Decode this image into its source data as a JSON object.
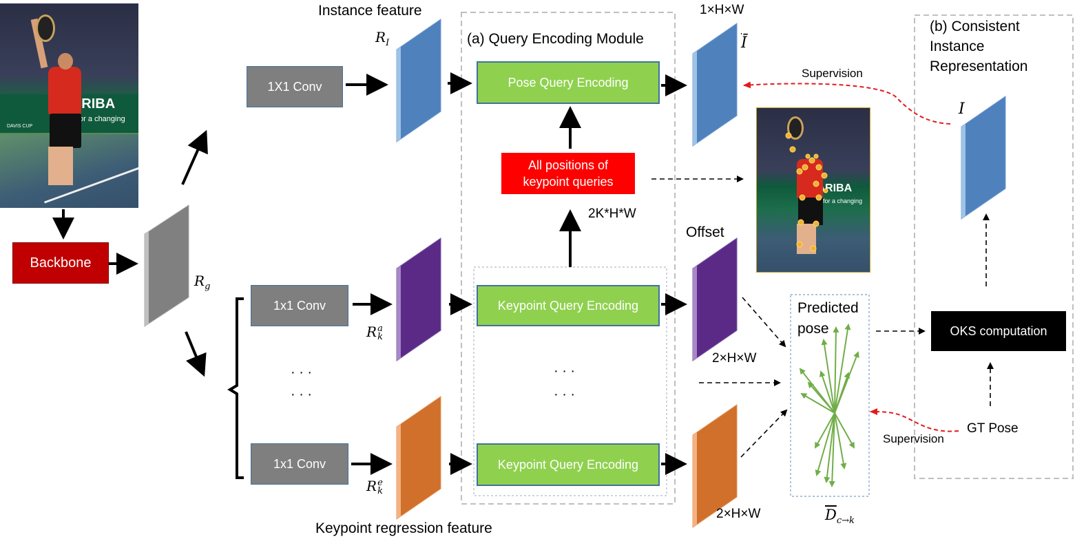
{
  "labels": {
    "instance_feature": "Instance feature",
    "r_i": "R",
    "r_i_sub": "I",
    "conv_top": "1X1 Conv",
    "module_a": "(a) Query Encoding Module",
    "pose_query": "Pose Query  Encoding",
    "shape_top": "1×H×W",
    "i_bar": "Ī",
    "supervision_top": "Supervision",
    "module_b_line1": "(b) Consistent",
    "module_b_line2": "Instance",
    "module_b_line3": "Representation",
    "i_script": "I",
    "all_positions": "All positions of keypoint queries",
    "shape_2k": "2K*H*W",
    "backbone": "Backbone",
    "r_g": "R",
    "r_g_sub": "g",
    "offset": "Offset",
    "conv_a": "1x1 Conv",
    "r_ka": "R",
    "r_ka_sup": "a",
    "r_ka_sub": "k",
    "kq_a": "Keypoint Query  Encoding",
    "shape_2hw_a": "2×H×W",
    "predicted_pose_1": "Predicted",
    "predicted_pose_2": "pose",
    "oks": "OKS computation",
    "dots_left": "· · ·",
    "dots_mid": "· · ·",
    "conv_e": "1x1 Conv",
    "r_ke": "R",
    "r_ke_sup": "e",
    "r_ke_sub": "k",
    "kq_e": "Keypoint Query  Encoding",
    "shape_2hw_e": "2×H×W",
    "gt_pose": "GT Pose",
    "supervision_bottom": "Supervision",
    "keypoint_regression": "Keypoint regression feature",
    "d_bar": "D",
    "d_sub": "c→k",
    "photo_text": "PARIBA",
    "photo_text2": "for a changing",
    "photo_text3": "DAVIS CUP"
  },
  "colors": {
    "backbone_red": "#c00000",
    "positions_red": "#ff0000",
    "green": "#8fd14f",
    "blue_plane": "#4f81bd",
    "purple_plane": "#5b2a86",
    "orange_plane": "#d0702a",
    "gray_plane": "#808080",
    "arrow_green": "#70ad47",
    "supervision_red": "#e31a1c"
  }
}
